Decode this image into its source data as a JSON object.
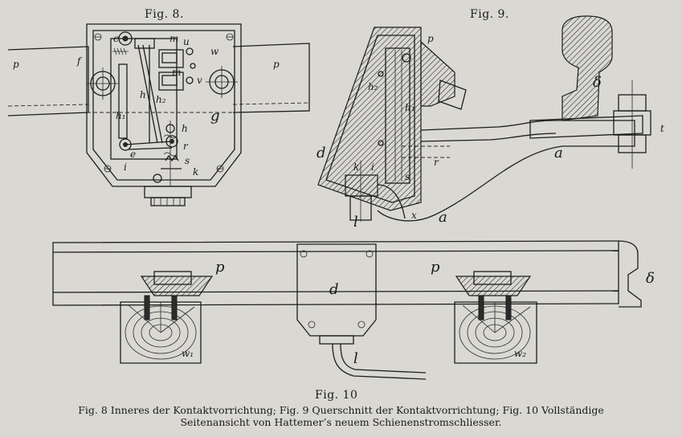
{
  "figures": {
    "fig8": {
      "label": "Fig. 8."
    },
    "fig9": {
      "label": "Fig. 9."
    },
    "fig10": {
      "label": "Fig. 10"
    }
  },
  "caption": {
    "line1": "Fig. 8 Inneres der Kontaktvorrichtung; Fig. 9 Querschnitt der Kontaktvorrichtung; Fig. 10 Vollständige",
    "line2": "Seitenansicht von Hattemer’s neuem Schienenstromschliesser."
  },
  "fig8_letters": {
    "p_left": "p",
    "p_right": "p",
    "f": "f",
    "c": "c",
    "m_top": "m",
    "u": "u",
    "w": "w",
    "m_mid": "m",
    "v": "v",
    "h": "h",
    "h2": "h₂",
    "h1": "h₁",
    "g": "g",
    "h_low": "h",
    "e": "e",
    "r": "r",
    "i": "i",
    "s": "s",
    "k": "k"
  },
  "fig9_letters": {
    "p": "p",
    "delta": "δ",
    "h2": "h₂",
    "h1": "h₁",
    "d": "d",
    "t": "t",
    "a_mid": "a",
    "i": "i",
    "r": "r",
    "s": "s",
    "k": "k",
    "l": "l",
    "x": "x",
    "a_low": "a"
  },
  "fig10_letters": {
    "p_left": "p",
    "d": "d",
    "p_right": "p",
    "delta": "δ",
    "w1": "w₁",
    "w2": "w₂",
    "l": "l"
  }
}
